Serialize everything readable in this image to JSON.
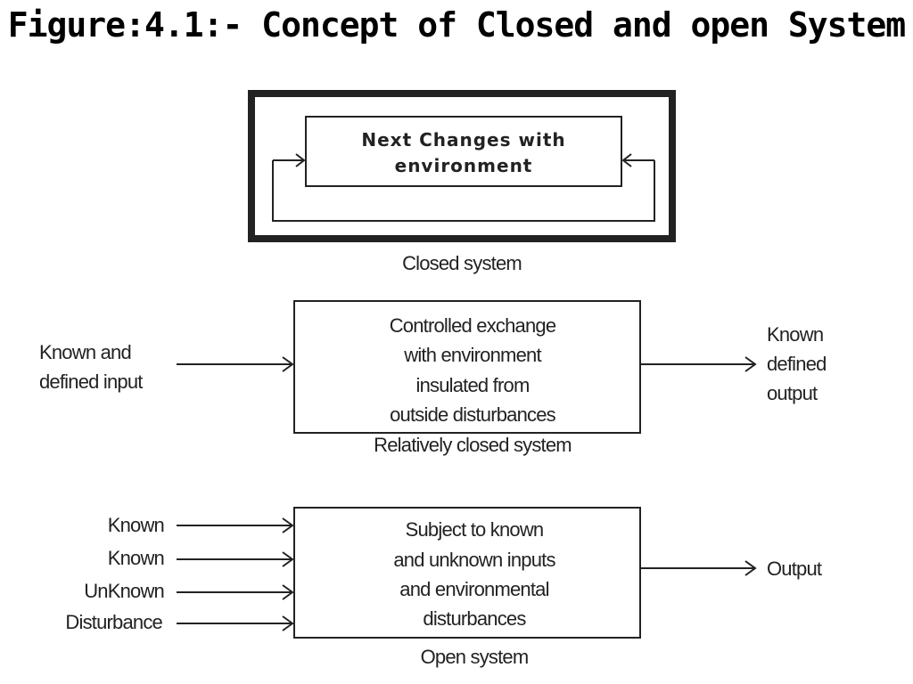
{
  "figure": {
    "title": "Figure:4.1:- Concept of Closed and open System"
  },
  "closed_system": {
    "inner_text_line1": "Next Changes with",
    "inner_text_line2": "environment",
    "caption": "Closed system"
  },
  "relatively_closed_system": {
    "input_line1": "Known and",
    "input_line2": "defined input",
    "box_line1": "Controlled exchange",
    "box_line2": "with environment",
    "box_line3": "insulated from",
    "box_line4": "outside disturbances",
    "caption": "Relatively closed system",
    "output_line1": "Known",
    "output_line2": "defined",
    "output_line3": "output"
  },
  "open_system": {
    "inputs": [
      "Known",
      "Known",
      "UnKnown",
      "Disturbance"
    ],
    "box_line1": "Subject to known",
    "box_line2": "and unknown inputs",
    "box_line3": "and environmental",
    "box_line4": "disturbances",
    "caption": "Open system",
    "output": "Output"
  }
}
